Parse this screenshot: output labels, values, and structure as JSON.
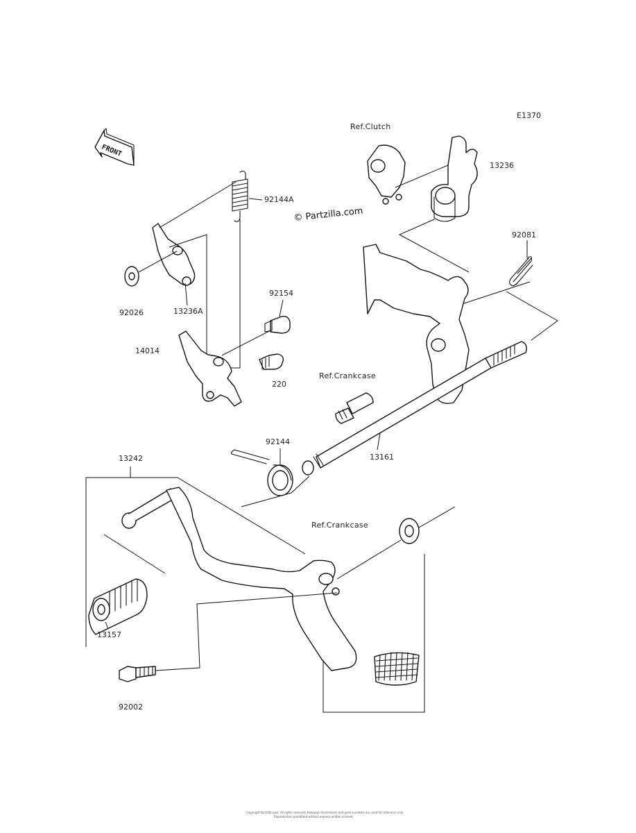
{
  "diagram": {
    "code": "E1370",
    "watermark": "© Partzilla.com",
    "front_label": "FRONT",
    "ref_labels": {
      "clutch": "Ref.Clutch",
      "crankcase_upper": "Ref.Crankcase",
      "crankcase_lower": "Ref.Crankcase"
    },
    "part_numbers": {
      "p92144A": "92144A",
      "p92026": "92026",
      "p13236A": "13236A",
      "p14014": "14014",
      "p92154": "92154",
      "p220": "220",
      "p13236": "13236",
      "p92081": "92081",
      "p92144": "92144",
      "p13161": "13161",
      "p13242": "13242",
      "p13157": "13157",
      "p92002": "92002"
    },
    "footer_line1": "Copyright Partzilla.com. All rights reserved. Kawasaki illustrations and parts numbers are used for reference only.",
    "footer_line2": "Reproduction prohibited without express written consent."
  },
  "icons": {
    "front_arrow": "front-arrow-icon"
  }
}
